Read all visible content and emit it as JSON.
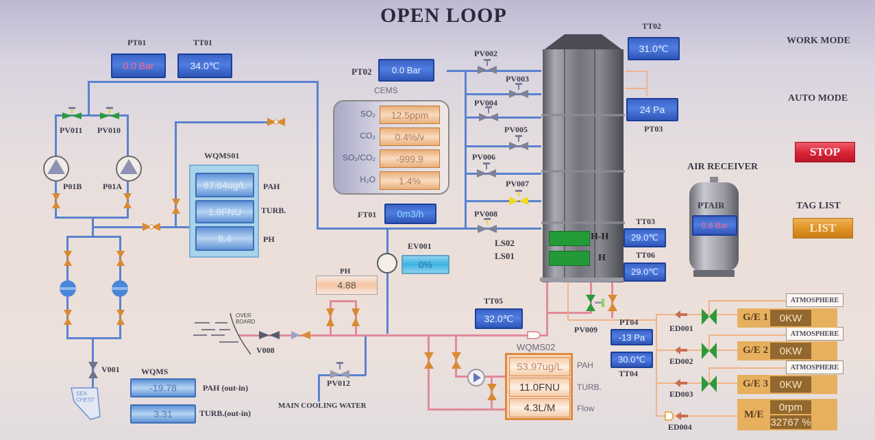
{
  "header": {
    "title": "OPEN LOOP",
    "work_mode_label": "WORK MODE",
    "auto_mode_label": "AUTO MODE"
  },
  "controls": {
    "stop_label": "STOP",
    "tag_list_label": "TAG LIST",
    "list_label": "LIST"
  },
  "instruments": {
    "PT01": {
      "tag": "PT01",
      "value": "0.0 Bar",
      "alarm": true
    },
    "TT01": {
      "tag": "TT01",
      "value": "34.0℃"
    },
    "PT02": {
      "tag": "PT02",
      "value": "0.0 Bar"
    },
    "TT02": {
      "tag": "TT02",
      "value": "31.0℃"
    },
    "PT03": {
      "tag": "PT03",
      "value": "24 Pa"
    },
    "FT01": {
      "tag": "FT01",
      "value": "0m3/h"
    },
    "EV001": {
      "tag": "EV001",
      "value": "0%"
    },
    "TT03": {
      "tag": "TT03",
      "value": "29.0℃"
    },
    "TT06": {
      "tag": "TT06",
      "value": "29.0℃"
    },
    "TT05": {
      "tag": "TT05",
      "value": "32.0℃"
    },
    "PT04": {
      "tag": "PT04",
      "value": "-13 Pa"
    },
    "TT04": {
      "tag": "TT04",
      "value": "30.0℃"
    },
    "PH": {
      "tag": "PH",
      "value": "4.88"
    },
    "PTAIR": {
      "tag": "PTAIR",
      "value": "0.6 Bar",
      "alarm": true
    }
  },
  "cems": {
    "title": "CEMS",
    "rows": [
      {
        "label": "SO₂",
        "value": "12.5ppm"
      },
      {
        "label": "CO₂",
        "value": "0.4%/v"
      },
      {
        "label": "SO₂/CO₂",
        "value": "-999.9"
      },
      {
        "label": "H₂O",
        "value": "1.4%"
      }
    ]
  },
  "wqms01": {
    "title": "WQMS01",
    "rows": [
      {
        "label": "PAH",
        "value": "67.64ug/L"
      },
      {
        "label": "TURB.",
        "value": "1.8FNU"
      },
      {
        "label": "PH",
        "value": "8.4"
      }
    ]
  },
  "wqms02": {
    "title": "WQMS02",
    "rows": [
      {
        "label": "PAH",
        "value": "53.97ug/L"
      },
      {
        "label": "TURB.",
        "value": "11.0FNU"
      },
      {
        "label": "Flow",
        "value": "4.3L/M"
      }
    ]
  },
  "wqms": {
    "title": "WQMS",
    "rows": [
      {
        "label": "PAH  (out-in)",
        "value": "-19.78"
      },
      {
        "label": "TURB.(out-in)",
        "value": "3.31"
      }
    ]
  },
  "valves": {
    "PV002": "PV002",
    "PV003": "PV003",
    "PV004": "PV004",
    "PV005": "PV005",
    "PV006": "PV006",
    "PV007": "PV007",
    "PV008": "PV008",
    "PV009": "PV009",
    "PV010": "PV010",
    "PV011": "PV011",
    "PV012": "PV012",
    "V001": "V001",
    "V008": "V008"
  },
  "pumps": {
    "P01A": "P01A",
    "P01B": "P01B"
  },
  "tower": {
    "level_hh": "H-H",
    "level_h": "H",
    "ls02": "LS02",
    "ls01": "LS01"
  },
  "air_receiver": {
    "title": "AIR RECEIVER"
  },
  "labels": {
    "overboard": "OVER BOARD",
    "sea_chest": "SEA CHEST",
    "main_cooling_water": "MAIN COOLING WATER"
  },
  "engines": [
    {
      "damper": "ED001",
      "name": "G/E 1",
      "value": "0KW",
      "vent": "ATMOSPHERE"
    },
    {
      "damper": "ED002",
      "name": "G/E 2",
      "value": "0KW",
      "vent": "ATMOSPHERE"
    },
    {
      "damper": "ED003",
      "name": "G/E 3",
      "value": "0KW",
      "vent": "ATMOSPHERE"
    }
  ],
  "main_engine": {
    "damper": "ED004",
    "name": "M/E",
    "rpm": "0rpm",
    "load": "32767 %"
  },
  "colors": {
    "water_pipe": "#5a82cf",
    "wash_pipe": "#e28a98",
    "exhaust_pipe": "#efb487",
    "display_blue": "#3d64c8",
    "stop_red": "#d51f34",
    "list_orange": "#dd8f22",
    "level_green": "#229a37"
  }
}
